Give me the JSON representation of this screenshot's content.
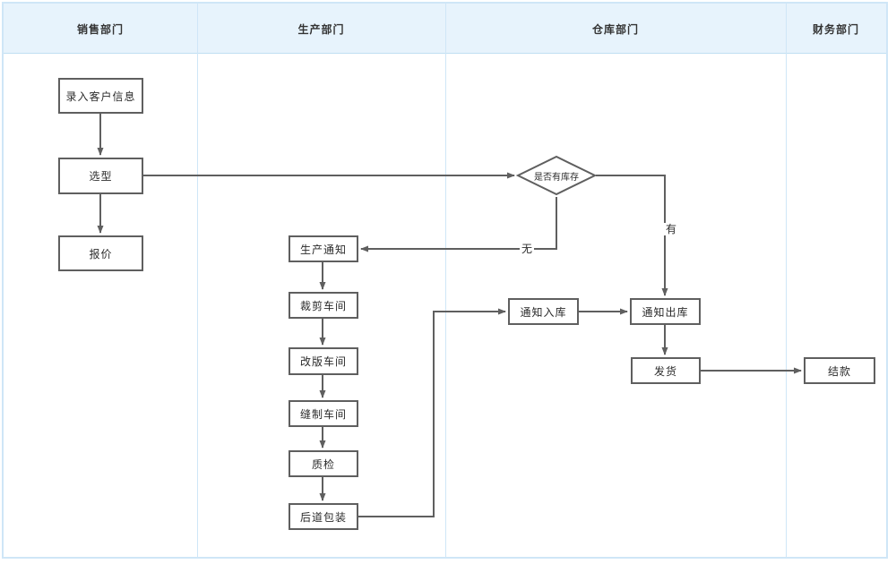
{
  "lanes": [
    {
      "label": "销售部门"
    },
    {
      "label": "生产部门"
    },
    {
      "label": "仓库部门"
    },
    {
      "label": "财务部门"
    }
  ],
  "nodes": {
    "enter_customer_info": {
      "label": "录入客户信息"
    },
    "model_selection": {
      "label": "选型"
    },
    "quotation": {
      "label": "报价"
    },
    "production_notice": {
      "label": "生产通知"
    },
    "cutting_workshop": {
      "label": "裁剪车间"
    },
    "revision_workshop": {
      "label": "改版车间"
    },
    "sewing_workshop": {
      "label": "缝制车间"
    },
    "quality_inspection": {
      "label": "质检"
    },
    "final_packaging": {
      "label": "后道包装"
    },
    "notify_inbound": {
      "label": "通知入库"
    },
    "notify_outbound": {
      "label": "通知出库"
    },
    "ship_goods": {
      "label": "发货"
    },
    "settlement": {
      "label": "结款"
    }
  },
  "decision": {
    "has_stock": {
      "label": "是否有库存"
    }
  },
  "edge_labels": {
    "yes": "有",
    "no": "无"
  },
  "colors": {
    "lane_header_bg": "#e7f3fc",
    "lane_border": "#cfe6f7",
    "shape_border": "#5f5f5f",
    "connector": "#5f5f5f",
    "text": "#2b2b2b"
  }
}
